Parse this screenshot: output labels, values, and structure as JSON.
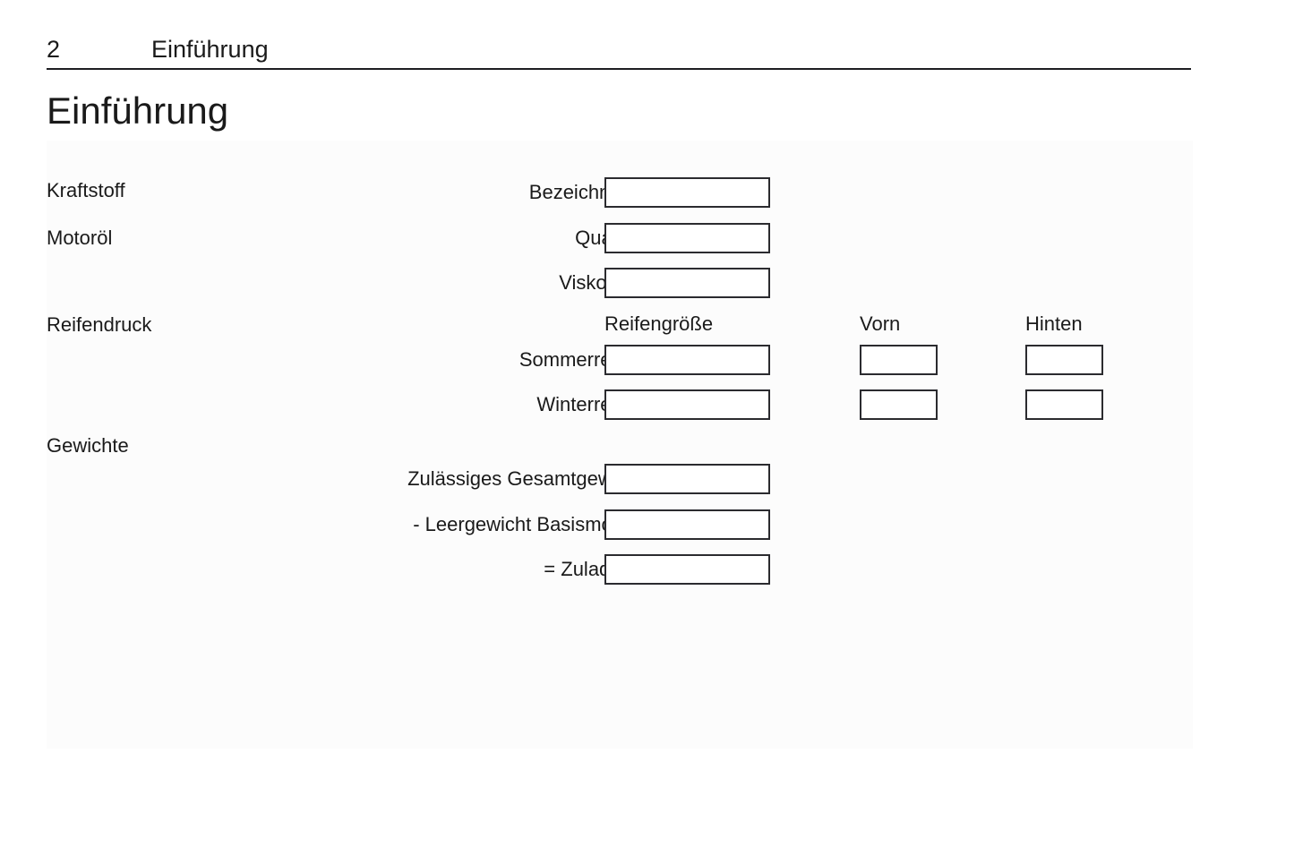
{
  "header": {
    "page_number": "2",
    "chapter": "Einführung"
  },
  "title": "Einführung",
  "sections": [
    {
      "label": "Kraftstoff"
    },
    {
      "label": "Motoröl"
    },
    {
      "label": "Reifendruck"
    },
    {
      "label": "Gewichte"
    }
  ],
  "column_headers": {
    "tyre_size": "Reifengröße",
    "front": "Vorn",
    "rear": "Hinten"
  },
  "rows": [
    {
      "label": "Bezeichnung",
      "value": ""
    },
    {
      "label": "Qualität",
      "value": ""
    },
    {
      "label": "Viskosität",
      "value": ""
    },
    {
      "label": "Sommerreifen",
      "value": "",
      "front": "",
      "rear": ""
    },
    {
      "label": "Winterreifen",
      "value": "",
      "front": "",
      "rear": ""
    },
    {
      "label": "Zulässiges Gesamtgewicht",
      "value": ""
    },
    {
      "label": "- Leergewicht Basismodell",
      "value": ""
    },
    {
      "label": "= Zuladung",
      "value": ""
    }
  ],
  "colors": {
    "text": "#1a1a1a",
    "rule": "#1d1d22",
    "box_border": "#2b2b2f",
    "panel_bg": "#fcfcfc",
    "page_bg": "#ffffff"
  }
}
